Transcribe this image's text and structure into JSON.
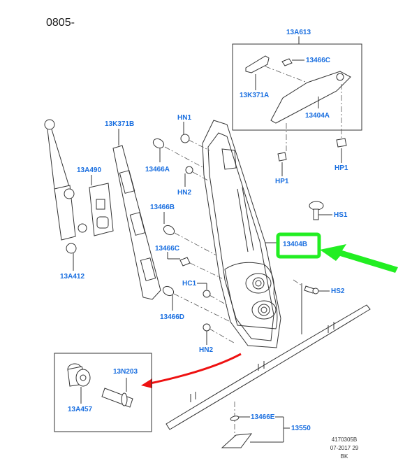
{
  "diagram": {
    "title": "0805-",
    "highlight_color": "#22ee22",
    "pointer_color": "#ee1111",
    "label_color": "#1a6fe0",
    "parts": {
      "13A613": "13A613",
      "13466C_top": "13466C",
      "13K371A": "13K371A",
      "13404A": "13404A",
      "HP1": "HP1",
      "HN1": "HN1",
      "13K371B": "13K371B",
      "13466A": "13466A",
      "HN2_upper": "HN2",
      "13A490": "13A490",
      "13466B": "13466B",
      "HS1": "HS1",
      "13404B": "13404B",
      "13A412": "13A412",
      "13466C_mid": "13466C",
      "HC1": "HC1",
      "HS2": "HS2",
      "13466D": "13466D",
      "HN2_lower": "HN2",
      "13N203": "13N203",
      "13A457": "13A457",
      "13466E": "13466E",
      "13550": "13550"
    },
    "footer": {
      "ref": "4170305B",
      "date": "07-2017 29",
      "code": "BK"
    }
  }
}
